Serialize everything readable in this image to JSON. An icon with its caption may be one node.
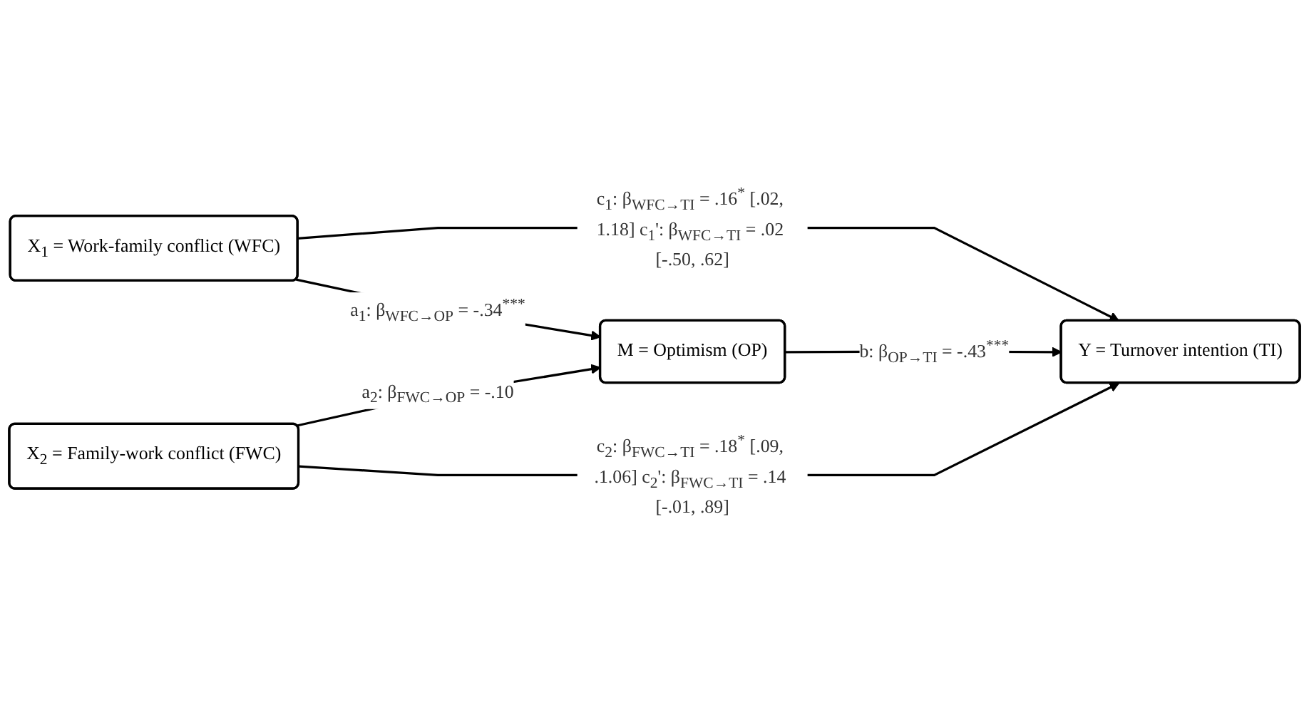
{
  "diagram": {
    "nodes": [
      {
        "text": [
          "X$_{1}$ = Work-family conflict (WFC)"
        ]
      },
      {
        "text": [
          "M = Optimism (OP)"
        ]
      },
      {
        "text": [
          "Y = Turnover intention (TI)"
        ]
      },
      {
        "text": [
          "X$_{2}$ = Family-work conflict (FWC)"
        ]
      }
    ],
    "edges": [
      {
        "from": 0,
        "to": 2,
        "arrow": "to",
        "label": "c$_{1}$: β$_{WFC→TI}$ = .16$^{*}$ [.02, 1.18] c$_{1}$': β$_{WFC→TI}$ = .02 [-.50, .62]"
      },
      {
        "from": 0,
        "to": 1,
        "arrow": "to",
        "label": "a$_{1}$: β$_{WFC→OP}$ = -.34$^{***}$"
      },
      {
        "from": 1,
        "to": 2,
        "arrow": "to",
        "label": "b: β$_{OP→TI}$ = -.43$^{***}$"
      },
      {
        "from": 3,
        "to": 1,
        "arrow": "to",
        "label": "a$_{2}$: β$_{FWC→OP}$ = -.10"
      },
      {
        "from": 3,
        "to": 2,
        "arrow": "to",
        "label": "c$_{2}$: β$_{FWC→TI}$ = .18$^{*}$ [.09, .1.06] c$_{2}$': β$_{FWC→TI}$ = .14 [-.01, .89]"
      }
    ]
  }
}
